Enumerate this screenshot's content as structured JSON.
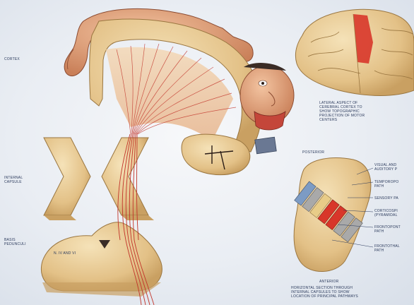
{
  "labels": {
    "cortex": "CORTEX",
    "internal_capsule": "INTERNAL\nCAPSULE",
    "basis_pedunculi": "BASIS\nPEDUNCULI",
    "nerves": "N. IV AND VI",
    "lateral_aspect": "LATERAL ASPECT OF\nCEREBRAL CORTEX TO\nSHOW TOPOGRAPHIC\nPROJECTION OF MOTOR\nCENTERS",
    "posterior": "POSTERIOR",
    "anterior": "ANTERIOR",
    "horizontal_section": "HORIZONTAL SECTION THROUGH\nINTERNAL CAPSULES TO SHOW\nLOCATION OF PRINCIPAL PATHWAYS",
    "path_visual_auditory": "VISUAL AND\nAUDITORY P",
    "path_temporopontine": "TEMPOROPO\nPATH",
    "path_sensory": "SENSORY PA",
    "path_corticospinal": "CORTICOSPI\n(PYRAMIDAL",
    "path_frontopontine": "FRONTOPONT\nPATH",
    "path_frontothalamic": "FRONTOTHAL\nPATH"
  },
  "colors": {
    "tissue": "#e8c98e",
    "tissue_dark": "#c9a468",
    "skin": "#e7a57e",
    "fiber": "#c2342a",
    "path_blue": "#7c9bc4",
    "path_red": "#d8362a",
    "path_grey": "#a9a9a9",
    "label": "#2b3a5c"
  }
}
